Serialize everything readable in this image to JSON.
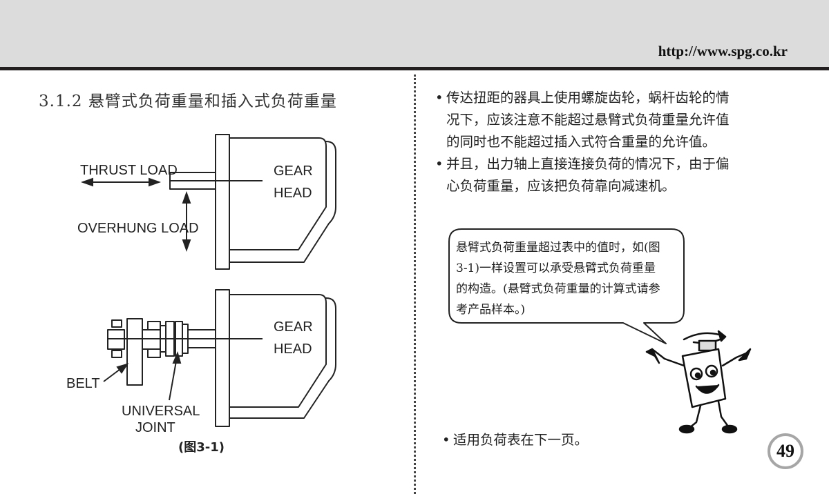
{
  "header": {
    "url": "http://www.spg.co.kr"
  },
  "section": {
    "title": "3.1.2 悬臂式负荷重量和插入式负荷重量"
  },
  "figure": {
    "labels": {
      "thrust_load": "THRUST LOAD",
      "overhung_load": "OVERHUNG LOAD",
      "gear_top": "GEAR",
      "head_top": "HEAD",
      "gear_bottom": "GEAR",
      "head_bottom": "HEAD",
      "belt": "BELT",
      "universal": "UNIVERSAL",
      "joint": "JOINT"
    },
    "caption": "(图3-1)"
  },
  "bullets": {
    "bullet_char": "•",
    "b1_lines": [
      "传达扭距的器具上使用螺旋齿轮，蜗杆齿轮的情",
      "况下，应该注意不能超过悬臂式负荷重量允许值",
      "的同时也不能超过插入式符合重量的允许值。"
    ],
    "b2_lines": [
      "并且，出力轴上直接连接负荷的情况下，由于偏",
      "心负荷重量，应该把负荷靠向减速机。"
    ],
    "b3": "适用负荷表在下一页。"
  },
  "bubble": {
    "lines": [
      "悬臂式负荷重量超过表中的值时，如(图",
      "3-1)一样设置可以承受悬臂式负荷重量",
      "的构造。(悬臂式负荷重量的计算式请参",
      "考产品样本。)"
    ]
  },
  "page": {
    "number": "49"
  }
}
